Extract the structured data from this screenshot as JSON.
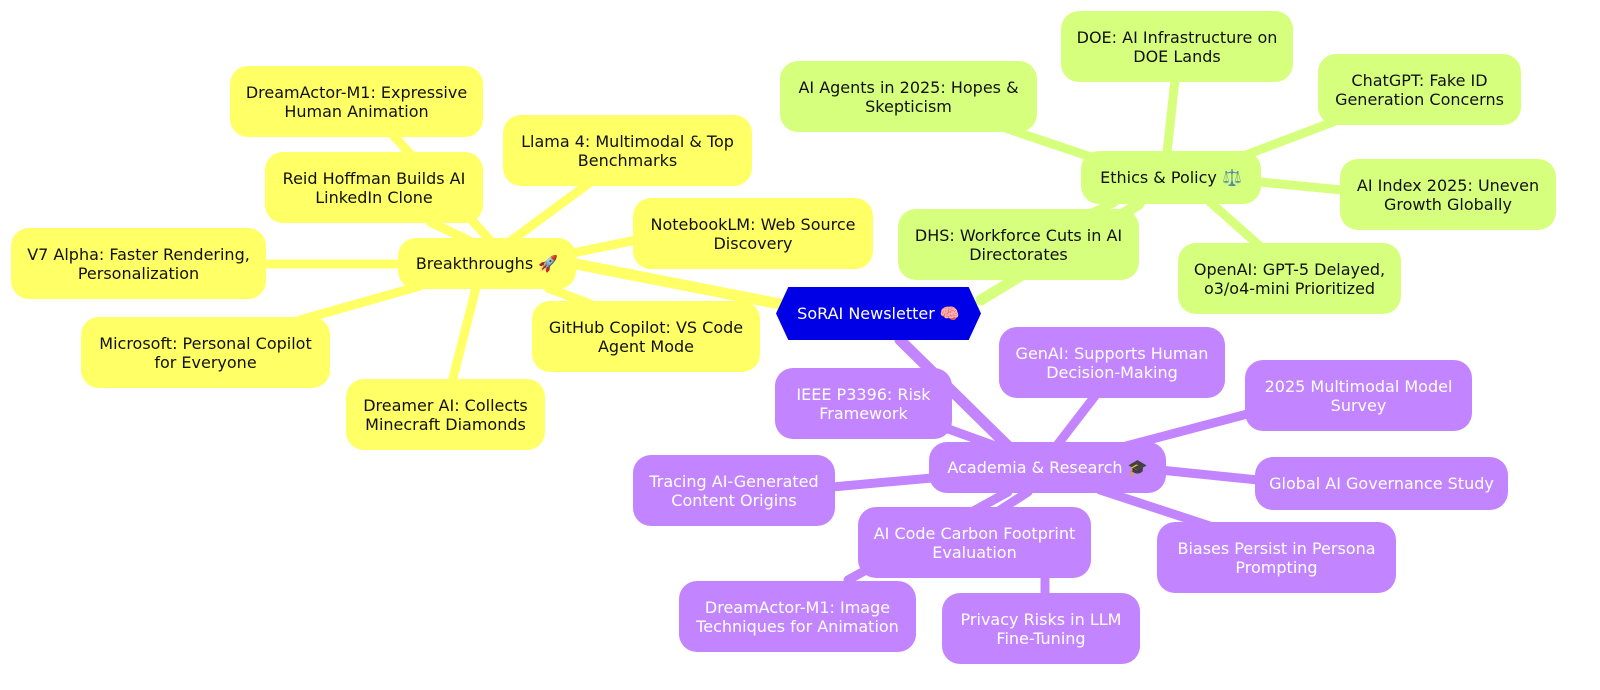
{
  "root": {
    "label": "SoRAI Newsletter 🧠"
  },
  "colors": {
    "root": "#0000e6",
    "breakthroughs": "#ffff66",
    "ethics": "#d7ff7e",
    "academia": "#c285ff"
  },
  "branches": {
    "breakthroughs": {
      "label": "Breakthroughs 🚀",
      "children": [
        "DreamActor-M1: Expressive Human Animation",
        "Reid Hoffman Builds AI LinkedIn Clone",
        "Llama 4: Multimodal & Top Benchmarks",
        "NotebookLM: Web Source Discovery",
        "V7 Alpha: Faster Rendering, Personalization",
        "GitHub Copilot: VS Code Agent Mode",
        "Microsoft: Personal Copilot for Everyone",
        "Dreamer AI: Collects Minecraft Diamonds"
      ]
    },
    "ethics": {
      "label": "Ethics & Policy ⚖️",
      "children": [
        "DOE: AI Infrastructure on DOE Lands",
        "AI Agents in 2025: Hopes & Skepticism",
        "ChatGPT: Fake ID Generation Concerns",
        "AI Index 2025: Uneven Growth Globally",
        "DHS: Workforce Cuts in AI Directorates",
        "OpenAI: GPT-5 Delayed, o3/o4-mini Prioritized"
      ]
    },
    "academia": {
      "label": "Academia & Research 🎓",
      "children": [
        "GenAI: Supports Human Decision-Making",
        "IEEE P3396: Risk Framework",
        "2025 Multimodal Model Survey",
        "Tracing AI-Generated Content Origins",
        "Global AI Governance Study",
        "AI Code Carbon Footprint Evaluation",
        "Biases Persist in Persona Prompting",
        "DreamActor-M1: Image Techniques for Animation",
        "Privacy Risks in LLM Fine-Tuning"
      ]
    }
  }
}
